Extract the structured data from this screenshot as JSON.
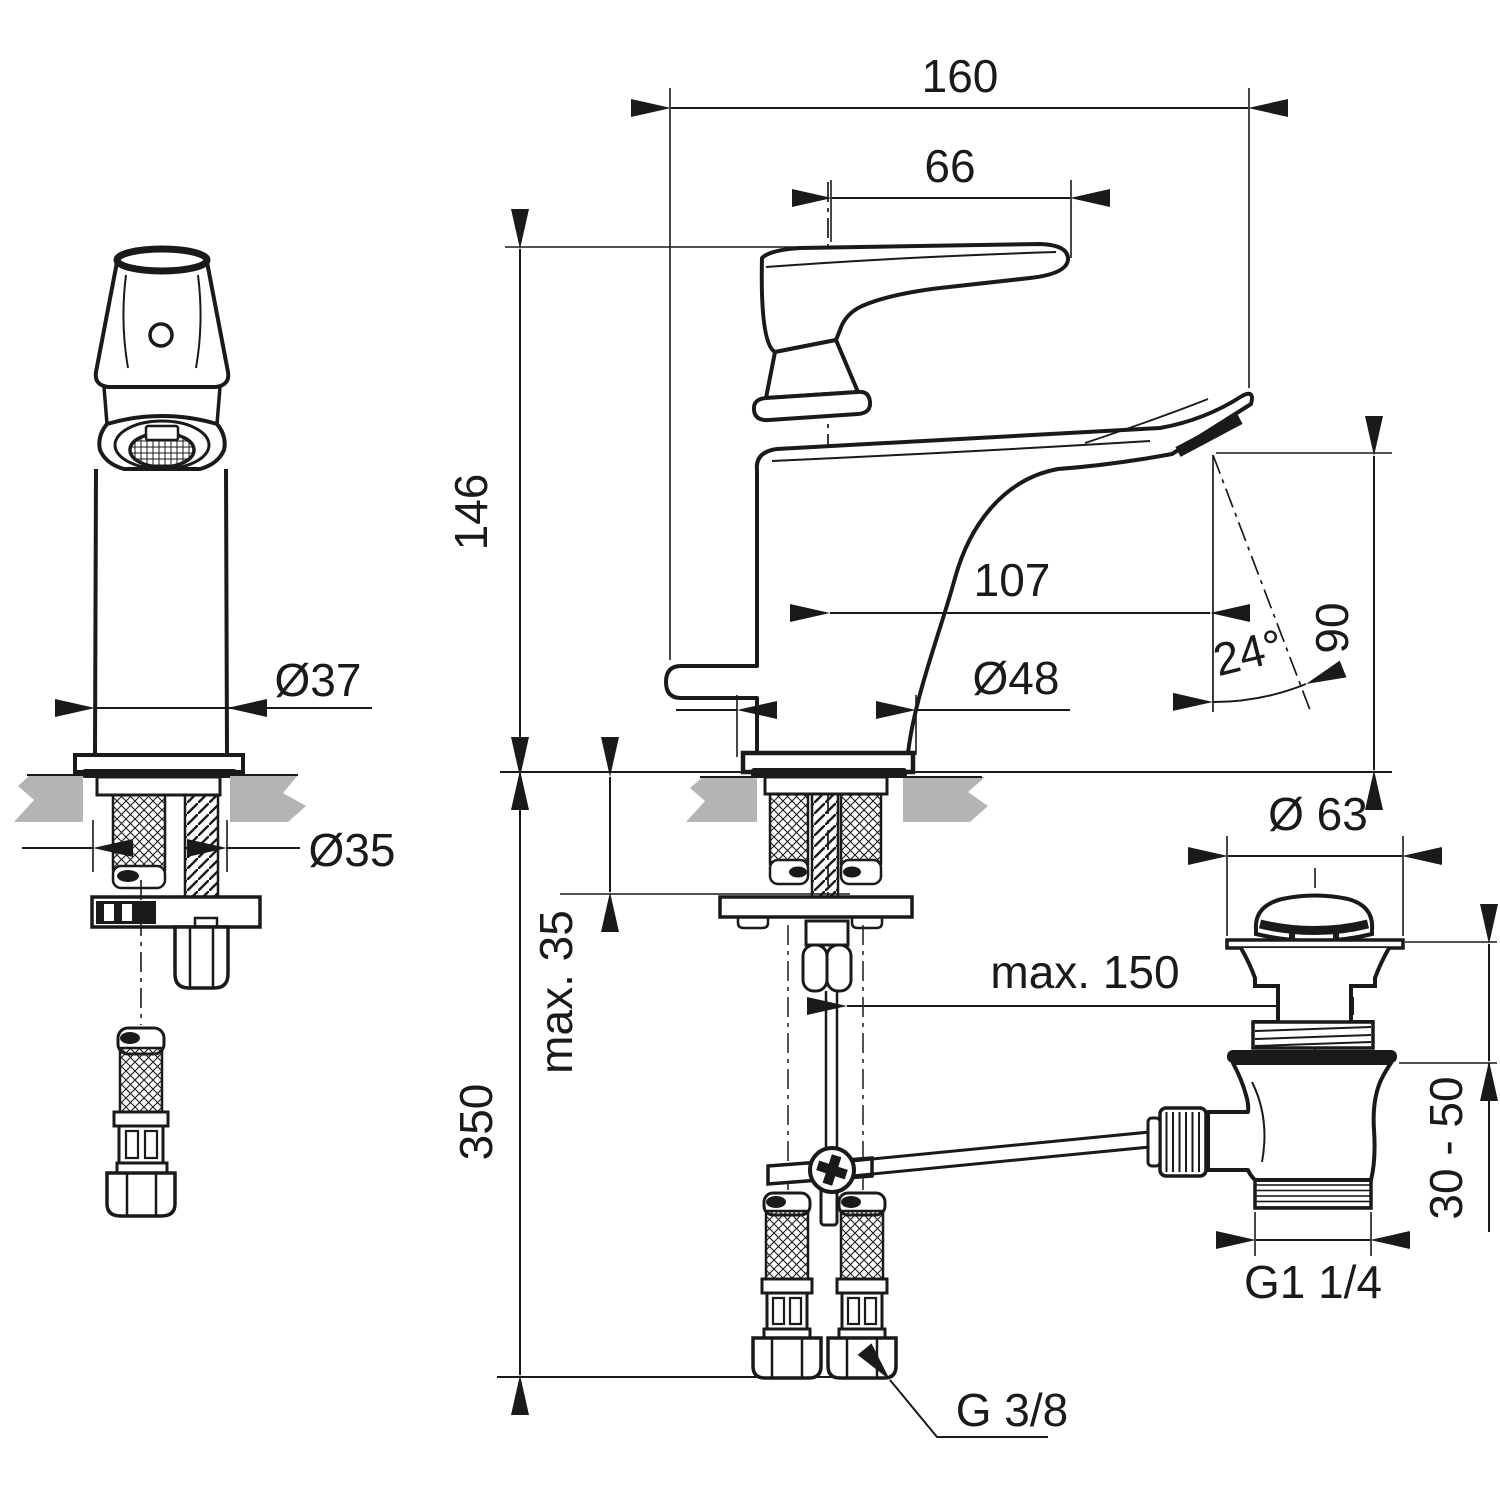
{
  "colors": {
    "line": "#1a1a1a",
    "deck_gray": "#b4b4b4",
    "background": "#ffffff"
  },
  "labels": {
    "front": {
      "body_diameter": "Ø37",
      "mounting_hole_diameter": "Ø35"
    },
    "side": {
      "overall_depth": "160",
      "handle_length": "66",
      "spout_height": "146",
      "spout_reach": "107",
      "base_diameter": "Ø48",
      "stream_angle": "24°",
      "outlet_height": "90",
      "max_deck_thickness": "max. 35",
      "hose_length": "350",
      "supply_thread": "G 3/8"
    },
    "waste": {
      "flange_diameter": "Ø 63",
      "max_rod_distance": "max. 150",
      "basin_thickness_range": "30 - 50",
      "waste_thread": "G1 1/4"
    }
  }
}
